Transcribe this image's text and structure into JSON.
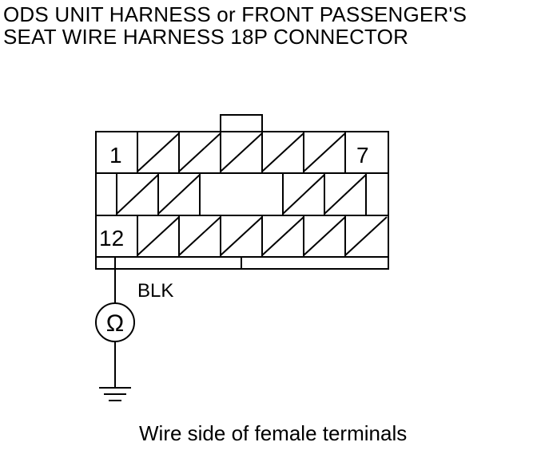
{
  "title": {
    "line1": "ODS UNIT HARNESS or FRONT PASSENGER'S",
    "line2": "SEAT WIRE HARNESS 18P CONNECTOR"
  },
  "connector": {
    "pin_labels": {
      "first": "1",
      "last_top": "7",
      "probe": "12"
    }
  },
  "wire": {
    "color_label": "BLK"
  },
  "meter": {
    "symbol": "Ω",
    "icon": "ohmmeter-icon"
  },
  "ground": {
    "icon": "ground-symbol-icon"
  },
  "caption": "Wire side of female terminals"
}
